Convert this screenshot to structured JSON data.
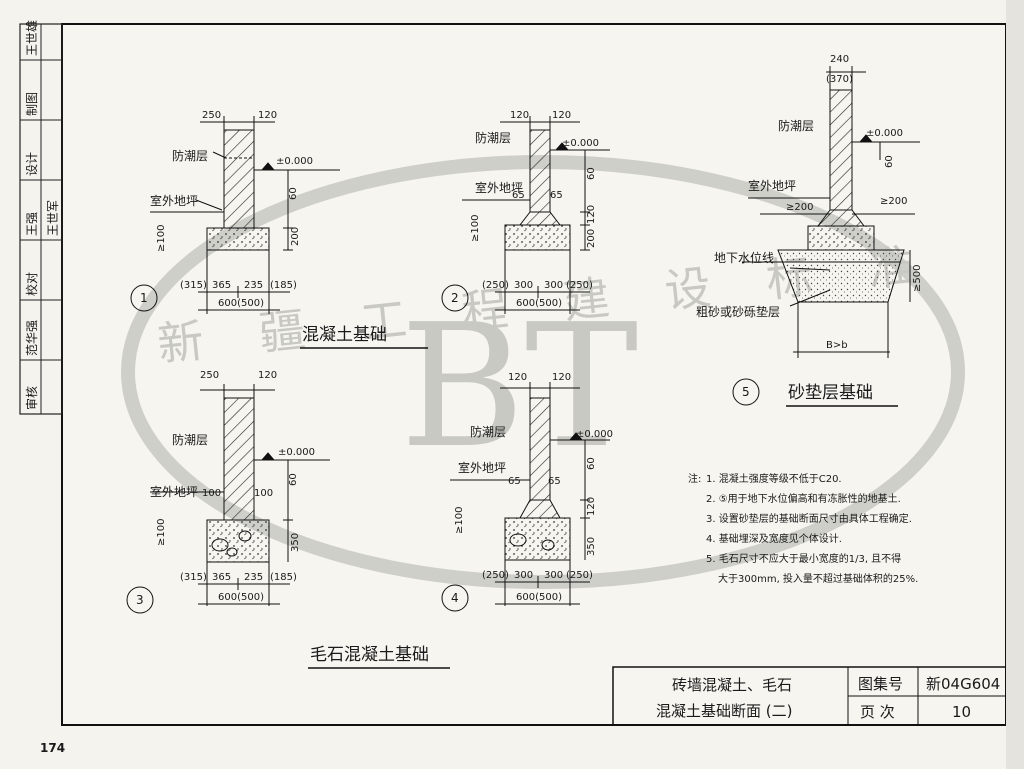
{
  "page_number": "174",
  "signature_block": {
    "labels": [
      "审核",
      "校对",
      "设计",
      "制图"
    ],
    "names": [
      "范华强",
      "王强",
      "王世军",
      "王世雄"
    ]
  },
  "watermark": {
    "org": "新疆工程建设标准",
    "mark": "BT"
  },
  "common": {
    "damp_proof": "防潮层",
    "outdoor_floor": "室外地坪",
    "elevation": "±0.000"
  },
  "sections": {
    "concrete_title": "混凝土基础",
    "rubble_title": "毛石混凝土基础",
    "sand_title": "砂垫层基础"
  },
  "detail1": {
    "no": "1",
    "dim_top": [
      "250",
      "120"
    ],
    "dim_v": [
      "60",
      "200"
    ],
    "dim_left": "≥100",
    "dim_bottom": [
      "(315)",
      "365",
      "235",
      "(185)"
    ],
    "total": "600(500)"
  },
  "detail2": {
    "no": "2",
    "dim_top": [
      "120",
      "120"
    ],
    "dim_v": [
      "60",
      "120",
      "200"
    ],
    "dim_side": [
      "65",
      "65"
    ],
    "dim_left": "≥100",
    "dim_bottom": [
      "(250)",
      "300",
      "300",
      "(250)"
    ],
    "total": "600(500)"
  },
  "detail3": {
    "no": "3",
    "dim_top": [
      "250",
      "120"
    ],
    "dim_side": [
      "100",
      "100"
    ],
    "dim_v": [
      "60",
      "350"
    ],
    "dim_left": "≥100",
    "dim_bottom": [
      "(315)",
      "365",
      "235",
      "(185)"
    ],
    "total": "600(500)"
  },
  "detail4": {
    "no": "4",
    "dim_top": [
      "120",
      "120"
    ],
    "dim_side": [
      "65",
      "65"
    ],
    "dim_v": [
      "60",
      "120",
      "350"
    ],
    "dim_left": "≥100",
    "dim_bottom": [
      "(250)",
      "300",
      "300",
      "(250)"
    ],
    "total": "600(500)"
  },
  "detail5": {
    "no": "5",
    "dim_top": [
      "240",
      "(370)"
    ],
    "dim_v": "60",
    "gt200_left": "≥200",
    "gt200_right": "≥200",
    "groundwater": "地下水位线",
    "sand_layer": "粗砂或砂砾垫层",
    "depth": "≥500",
    "width": "B>b"
  },
  "notes": {
    "heading": "注:",
    "items": [
      "1. 混凝土强度等级不低于C20.",
      "2. ⑤用于地下水位偏高和有冻胀性的地基土.",
      "3. 设置砂垫层的基础断面尺寸由具体工程确定.",
      "4. 基础埋深及宽度见个体设计.",
      "5. 毛石尺寸不应大于最小宽度的1/3, 且不得",
      "大于300mm, 投入量不超过基础体积的25%."
    ]
  },
  "title_block": {
    "title_line1": "砖墙混凝土、毛石",
    "title_line2": "混凝土基础断面 (二)",
    "atlas_label": "图集号",
    "atlas_value": "新04G604",
    "page_label": "页  次",
    "page_value": "10"
  }
}
